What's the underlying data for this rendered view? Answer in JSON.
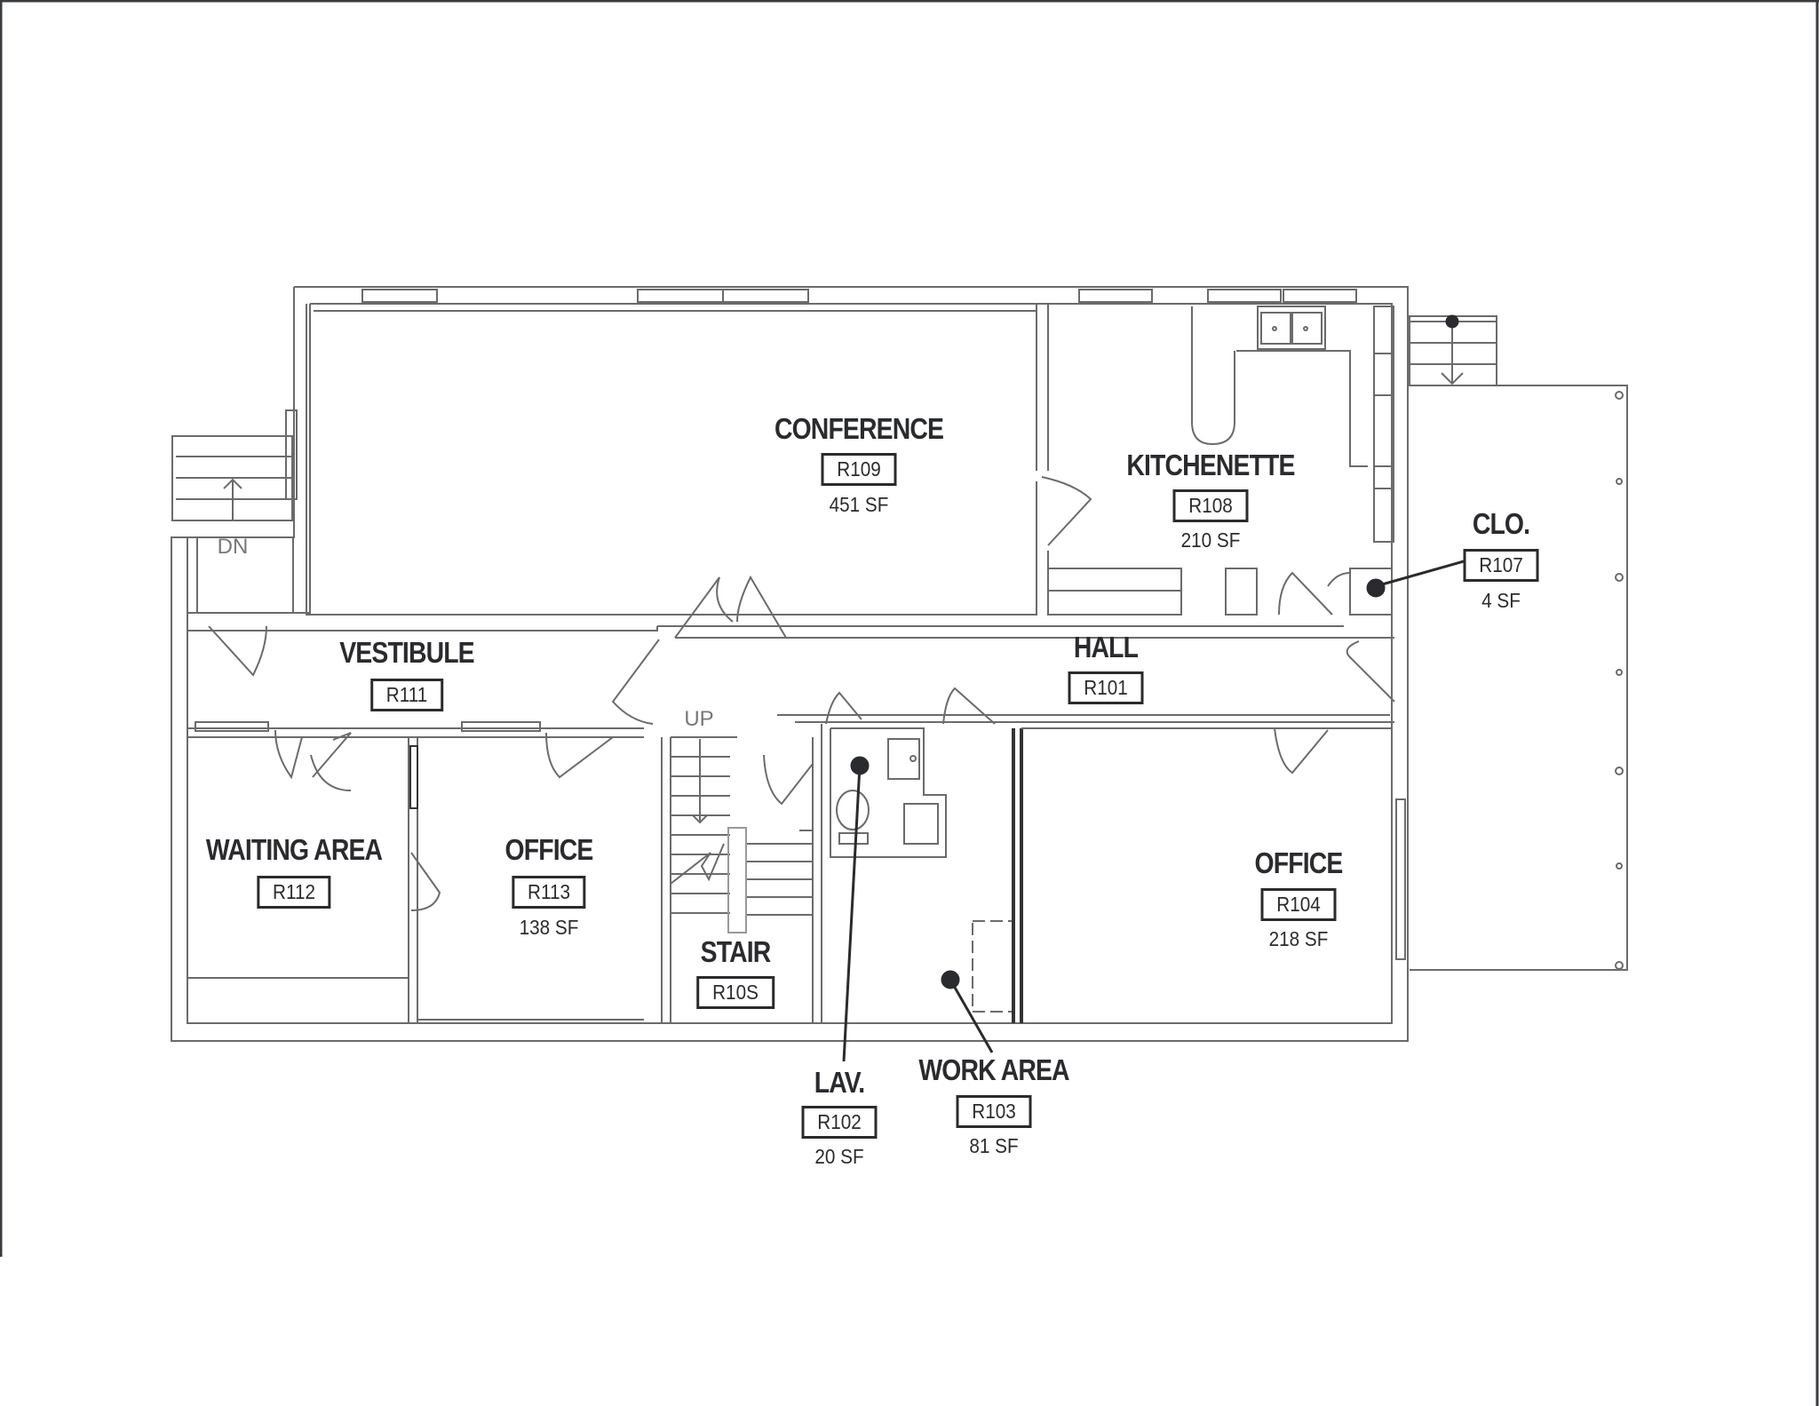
{
  "drawing": {
    "type": "floor-plan",
    "line_color": "#6b6b6b",
    "text_color": "#2a2b2e",
    "annotations": {
      "stair_up": "UP",
      "stair_down": "DN"
    }
  },
  "rooms": [
    {
      "id": "conference",
      "name": "CONFERENCE",
      "number": "R109",
      "area": "451 SF"
    },
    {
      "id": "kitchenette",
      "name": "KITCHENETTE",
      "number": "R108",
      "area": "210 SF"
    },
    {
      "id": "closet",
      "name": "CLO.",
      "number": "R107",
      "area": "4 SF"
    },
    {
      "id": "vestibule",
      "name": "VESTIBULE",
      "number": "R111",
      "area": ""
    },
    {
      "id": "hall",
      "name": "HALL",
      "number": "R101",
      "area": ""
    },
    {
      "id": "waiting-area",
      "name": "WAITING AREA",
      "number": "R112",
      "area": ""
    },
    {
      "id": "office-113",
      "name": "OFFICE",
      "number": "R113",
      "area": "138 SF"
    },
    {
      "id": "stair",
      "name": "STAIR",
      "number": "R10S",
      "area": ""
    },
    {
      "id": "office-104",
      "name": "OFFICE",
      "number": "R104",
      "area": "218 SF"
    },
    {
      "id": "lavatory",
      "name": "LAV.",
      "number": "R102",
      "area": "20 SF"
    },
    {
      "id": "work-area",
      "name": "WORK AREA",
      "number": "R103",
      "area": "81 SF"
    }
  ]
}
